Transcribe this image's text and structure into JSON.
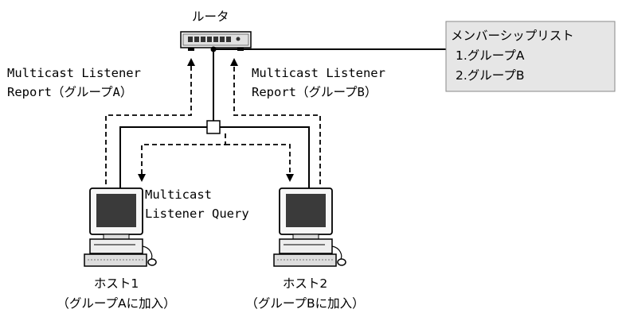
{
  "router": {
    "label": "ルータ"
  },
  "member_list": {
    "title": "メンバーシップリスト",
    "items": [
      "1.グループA",
      "2.グループB"
    ]
  },
  "report_a": {
    "line1": "Multicast Listener",
    "line2": "Report（グループA）"
  },
  "report_b": {
    "line1": "Multicast Listener",
    "line2": "Report（グループB）"
  },
  "query": {
    "line1": "Multicast",
    "line2": "Listener Query"
  },
  "host1": {
    "name": "ホスト1",
    "caption": "（グループAに加入）"
  },
  "host2": {
    "name": "ホスト2",
    "caption": "（グループBに加入）"
  }
}
